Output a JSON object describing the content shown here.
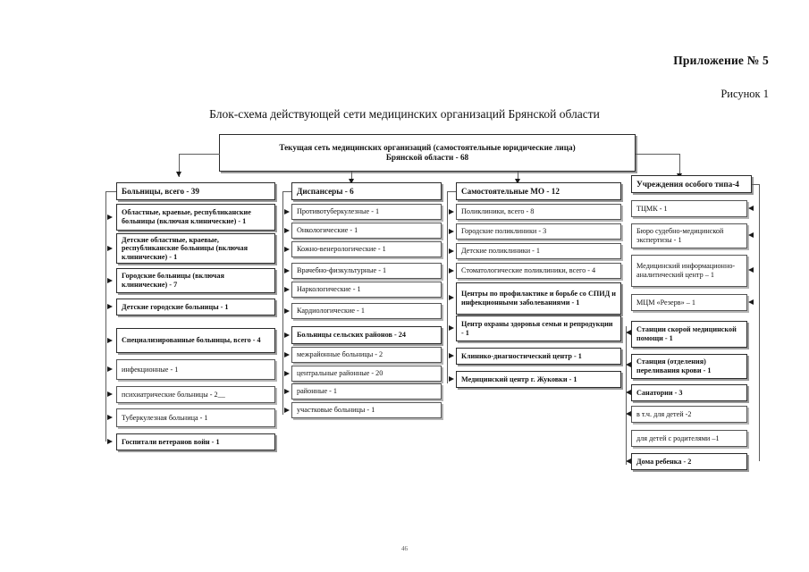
{
  "document": {
    "appendix_label": "Приложение № 5",
    "figure_label": "Рисунок 1",
    "chart_title": "Блок-схема действующей сети медицинских организаций Брянской области",
    "page_number": "46"
  },
  "chart_data": {
    "type": "diagram",
    "diagram_kind": "org-block-scheme",
    "root": {
      "line1": "Текущая сеть медицинских организаций (самостоятельные юридические лица)",
      "line2": "Брянской области - 68",
      "total": 68
    },
    "columns": [
      {
        "id": "hospitals",
        "header": "Больницы, всего - 39",
        "count": 39,
        "rail_side": "left",
        "items": [
          {
            "label": "Областные, краевые, республиканские больницы (включая клинические) - 1",
            "value": 1,
            "bold": true
          },
          {
            "label": "Детские областные, краевые, республиканские больницы (включая клинические) - 1",
            "value": 1,
            "bold": true
          },
          {
            "label": "Городские больницы (включая клинические) - 7",
            "value": 7,
            "bold": true
          },
          {
            "label": "Детские городские больницы  - 1",
            "value": 1,
            "bold": true
          },
          {
            "label": "Специализированные больницы, всего - 4",
            "value": 4,
            "bold": true
          },
          {
            "label": "инфекционные - 1",
            "value": 1,
            "bold": false
          },
          {
            "label": "психиатрические больницы - 2__",
            "value": 2,
            "bold": false
          },
          {
            "label": "Туберкулезная больница - 1",
            "value": 1,
            "bold": false
          },
          {
            "label": "Госпитали ветеранов войн - 1",
            "value": 1,
            "bold": true
          }
        ]
      },
      {
        "id": "dispensaries",
        "header": "Диспансеры - 6",
        "count": 6,
        "rail_side": "left",
        "items": [
          {
            "label": "Противотуберкулезные - 1",
            "value": 1,
            "bold": false
          },
          {
            "label": "Онкологические - 1",
            "value": 1,
            "bold": false
          },
          {
            "label": "Кожно-венерологические - 1",
            "value": 1,
            "bold": false
          },
          {
            "label": "Врачебно-физкультурные - 1",
            "value": 1,
            "bold": false
          },
          {
            "label": "Наркологические - 1",
            "value": 1,
            "bold": false
          },
          {
            "label": "Кардиологические - 1",
            "value": 1,
            "bold": false
          },
          {
            "label": "Больницы сельских районов - 24",
            "value": 24,
            "bold": true
          },
          {
            "label": "межрайонные  больницы - 2",
            "value": 2,
            "bold": false
          },
          {
            "label": "центральные районные - 20",
            "value": 20,
            "bold": false
          },
          {
            "label": "районные - 1",
            "value": 1,
            "bold": false
          },
          {
            "label": "участковые больницы - 1",
            "value": 1,
            "bold": false
          }
        ]
      },
      {
        "id": "independent-mo",
        "header": "Самостоятельные МО - 12",
        "count": 12,
        "rail_side": "left",
        "items": [
          {
            "label": "Поликлиники, всего - 8",
            "value": 8,
            "bold": false
          },
          {
            "label": "Городские  поликлиники - 3",
            "value": 3,
            "bold": false
          },
          {
            "label": "Детские поликлиники - 1",
            "value": 1,
            "bold": false
          },
          {
            "label": "Стоматологические поликлиники, всего - 4",
            "value": 4,
            "bold": false
          },
          {
            "label": "Центры по профилактике и борьбе со СПИД и инфекционными заболеваниями - 1",
            "value": 1,
            "bold": true
          },
          {
            "label": "Центр охраны здоровья семьи и репродукции - 1",
            "value": 1,
            "bold": true
          },
          {
            "label": "Клинико-диагностический центр - 1",
            "value": 1,
            "bold": true
          },
          {
            "label": "Медицинский центр г. Жуковки - 1",
            "value": 1,
            "bold": true
          }
        ]
      },
      {
        "id": "special-type",
        "header": "Учреждения особого типа-4",
        "count": 4,
        "rail_side": "right",
        "items": [
          {
            "label": "ТЦМК - 1",
            "value": 1,
            "bold": false
          },
          {
            "label": "Бюро судебно-медицинской экспертизы - 1",
            "value": 1,
            "bold": false
          },
          {
            "label": "Медицинский информационно-аналитический центр – 1",
            "value": 1,
            "bold": false
          },
          {
            "label": "МЦМ «Резерв» – 1",
            "value": 1,
            "bold": false
          },
          {
            "label": "Станции скорой медицинской помощи - 1",
            "value": 1,
            "bold": true
          },
          {
            "label": "Станция (отделения) переливания крови - 1",
            "value": 1,
            "bold": true
          },
          {
            "label": "Санатории - 3",
            "value": 3,
            "bold": true
          },
          {
            "label": "в т.ч. для детей -2",
            "value": 2,
            "bold": false
          },
          {
            "label": "для детей с родителями –1",
            "value": 1,
            "bold": false
          },
          {
            "label": "Дома ребенка - 2",
            "value": 2,
            "bold": true
          }
        ]
      }
    ]
  }
}
